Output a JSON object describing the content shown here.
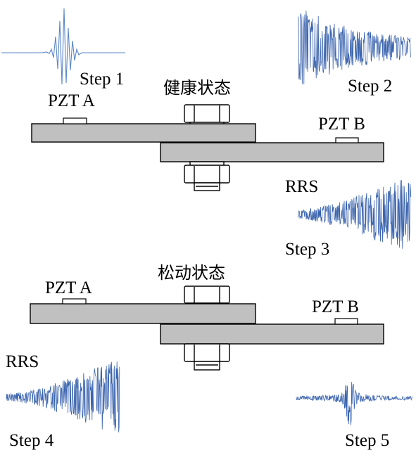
{
  "top_panel": {
    "state_label": "健康状态",
    "sensor_a": "PZT A",
    "sensor_b": "PZT B",
    "step1": "Step 1",
    "step2": "Step 2",
    "rrs": "RRS",
    "step3": "Step 3"
  },
  "bottom_panel": {
    "state_label": "松动状态",
    "sensor_a": "PZT A",
    "sensor_b": "PZT B",
    "rrs": "RRS",
    "step4": "Step 4",
    "step5": "Step 5"
  },
  "colors": {
    "plate_fill": "#c0c0c0",
    "outline": "#000000",
    "signal": "#3b64ae",
    "bolt_fill": "#ffffff"
  }
}
